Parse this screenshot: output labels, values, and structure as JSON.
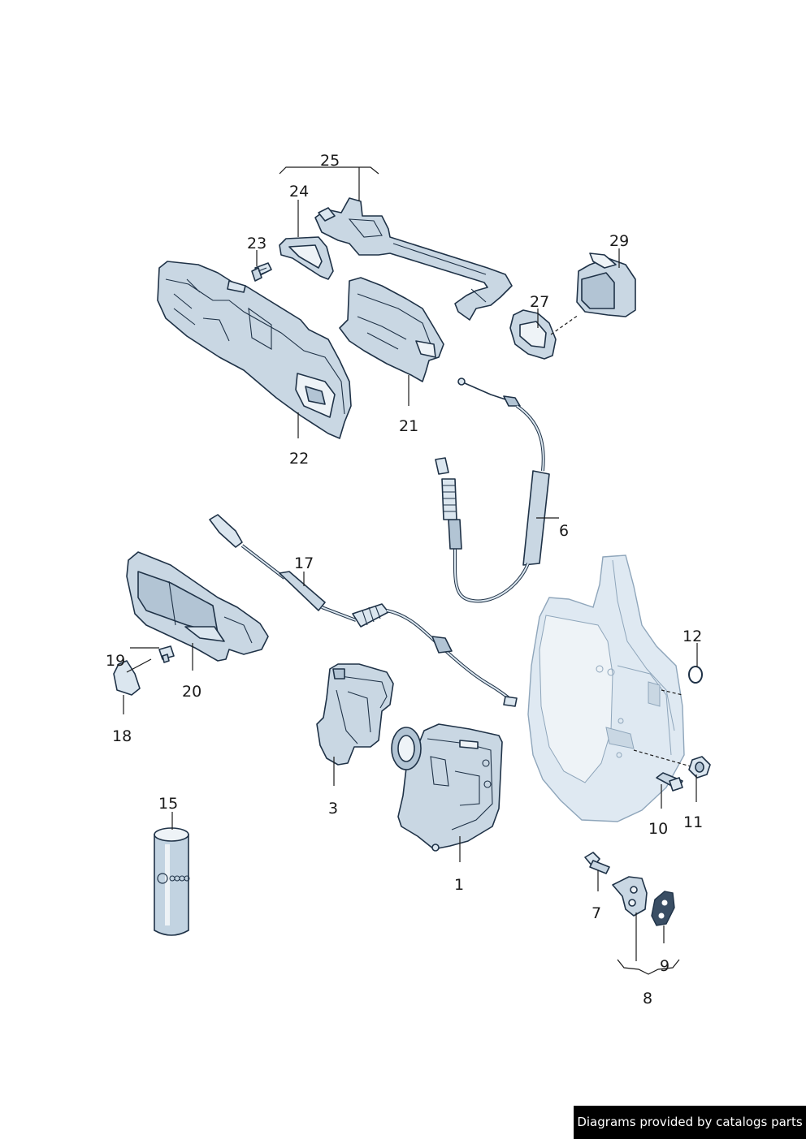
{
  "footer": {
    "text": "Diagrams provided by catalogs parts"
  },
  "callouts": {
    "c1": "1",
    "c3": "3",
    "c6": "6",
    "c7": "7",
    "c8": "8",
    "c9": "9",
    "c10": "10",
    "c11": "11",
    "c12": "12",
    "c15": "15",
    "c17": "17",
    "c18": "18",
    "c19": "19",
    "c20": "20",
    "c21": "21",
    "c22": "22",
    "c23": "23",
    "c24": "24",
    "c25": "25",
    "c27": "27",
    "c29": "29"
  },
  "colors": {
    "part_fill": "#c9d7e3",
    "outline": "#1f3247",
    "badge_bg": "#000000"
  }
}
